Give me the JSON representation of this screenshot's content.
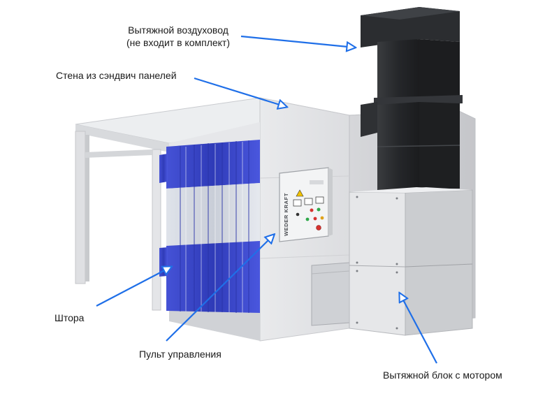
{
  "callouts": {
    "duct_line1": "Вытяжной воздуховод",
    "duct_line2": "(не входит в комплект)",
    "wall": "Стена из сэндвич панелей",
    "curtain": "Штора",
    "control_panel": "Пульт управления",
    "exhaust_unit": "Вытяжной блок с мотором"
  },
  "panel_brand": "WEDER KRAFT",
  "colors": {
    "arrow": "#1f6fe8",
    "curtain": "#3d49c9",
    "duct": "#2a2c2e",
    "body": "#e4e5e7"
  }
}
